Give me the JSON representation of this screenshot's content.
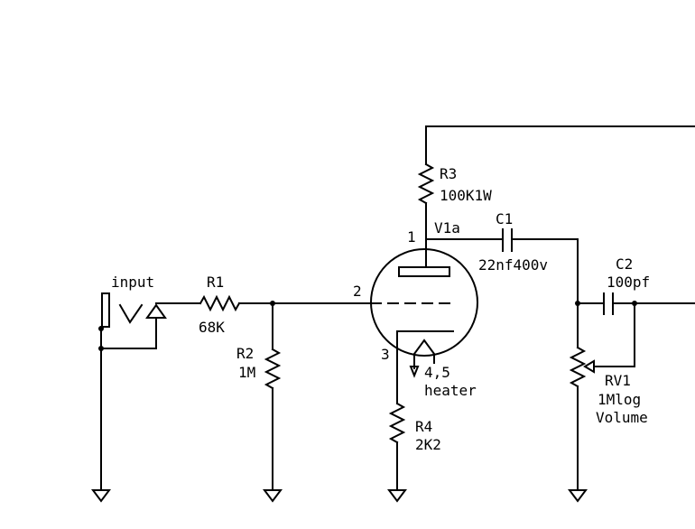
{
  "labels": {
    "input": "input",
    "r1_name": "R1",
    "r1_value": "68K",
    "r2_name": "R2",
    "r2_value": "1M",
    "r3_name": "R3",
    "r3_value": "100K1W",
    "r4_name": "R4",
    "r4_value": "2K2",
    "c1_name": "C1",
    "c1_value": "22nf400v",
    "c2_name": "C2",
    "c2_value": "100pf",
    "rv1_name": "RV1",
    "rv1_value": "1Mlog",
    "rv1_function": "Volume",
    "tube_name": "V1a",
    "pin_plate": "1",
    "pin_grid": "2",
    "pin_cathode": "3",
    "heater_pins": "4,5",
    "heater_label": "heater"
  }
}
